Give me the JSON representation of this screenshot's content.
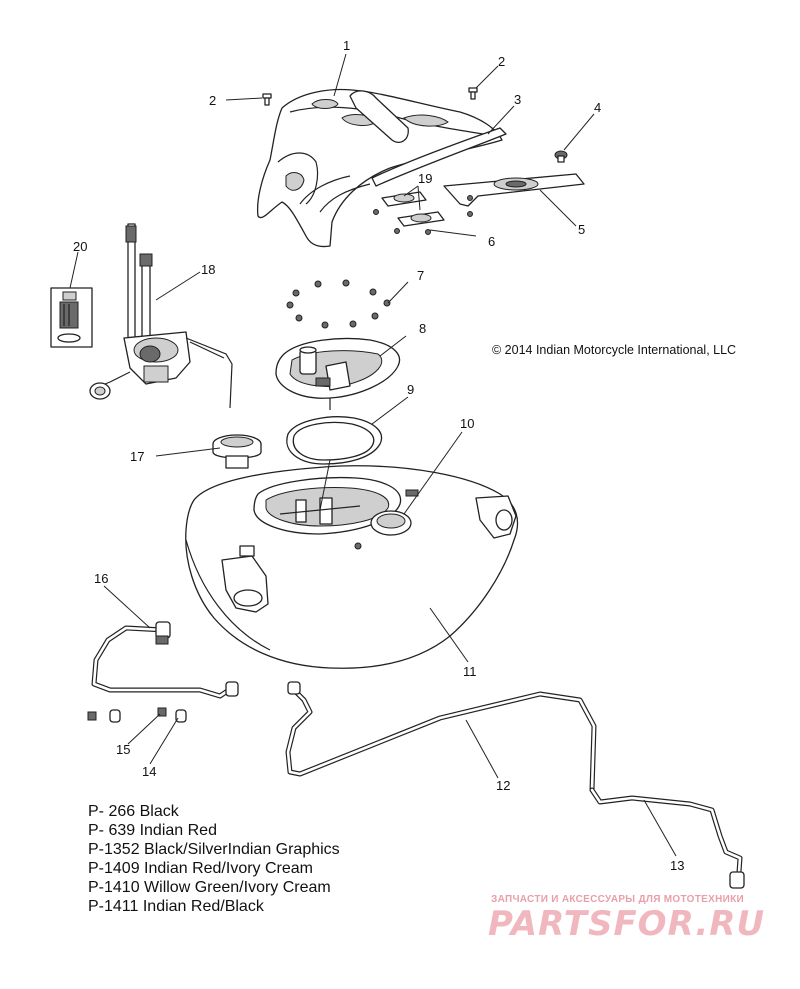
{
  "callouts": [
    {
      "id": "1",
      "label": "1"
    },
    {
      "id": "2a",
      "label": "2"
    },
    {
      "id": "2b",
      "label": "2"
    },
    {
      "id": "3",
      "label": "3"
    },
    {
      "id": "4",
      "label": "4"
    },
    {
      "id": "5",
      "label": "5"
    },
    {
      "id": "6",
      "label": "6"
    },
    {
      "id": "7",
      "label": "7"
    },
    {
      "id": "8",
      "label": "8"
    },
    {
      "id": "9",
      "label": "9"
    },
    {
      "id": "10",
      "label": "10"
    },
    {
      "id": "11",
      "label": "11"
    },
    {
      "id": "12",
      "label": "12"
    },
    {
      "id": "13",
      "label": "13"
    },
    {
      "id": "14",
      "label": "14"
    },
    {
      "id": "15",
      "label": "15"
    },
    {
      "id": "16",
      "label": "16"
    },
    {
      "id": "17",
      "label": "17"
    },
    {
      "id": "18",
      "label": "18"
    },
    {
      "id": "19",
      "label": "19"
    },
    {
      "id": "20",
      "label": "20"
    }
  ],
  "copyright": "© 2014 Indian Motorcycle International, LLC",
  "legend": [
    "P- 266 Black",
    "P- 639 Indian Red",
    "P-1352 Black/SilverIndian Graphics",
    "P-1409 Indian Red/Ivory Cream",
    "P-1410 Willow Green/Ivory Cream",
    "P-1411 Indian Red/Black"
  ],
  "watermark": {
    "caption": "ЗАПЧАСТИ И АКСЕССУАРЫ ДЛЯ МОТОТЕХНИКИ",
    "logo": "PARTSFOR.RU"
  }
}
